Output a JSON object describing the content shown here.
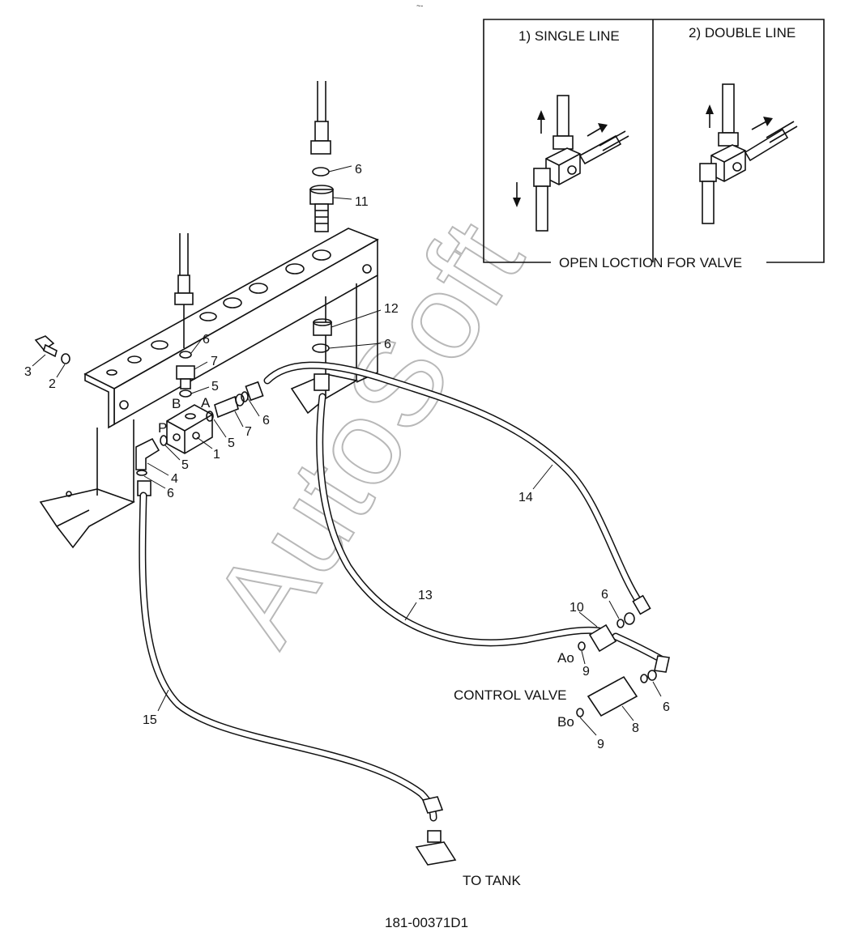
{
  "top_mark": "~-",
  "inset": {
    "single_line_title": "1) SINGLE LINE",
    "double_line_title": "2) DOUBLE LINE",
    "caption": "OPEN LOCTION FOR VALVE"
  },
  "parts": {
    "p1": "1",
    "p2": "2",
    "p3": "3",
    "p4": "4",
    "p5a": "5",
    "p5b": "5",
    "p5c": "5",
    "p6a": "6",
    "p6b": "6",
    "p6c": "6",
    "p6d": "6",
    "p6e": "6",
    "p6f": "6",
    "p6g": "6",
    "p7a": "7",
    "p7b": "7",
    "p8": "8",
    "p9a": "9",
    "p9b": "9",
    "p10": "10",
    "p11": "11",
    "p12": "12",
    "p13": "13",
    "p14": "14",
    "p15": "15"
  },
  "ports": {
    "A": "A",
    "B": "B",
    "P": "P",
    "Ao": "Ao",
    "Bo": "Bo"
  },
  "labels": {
    "control_valve": "CONTROL VALVE",
    "to_tank": "TO TANK",
    "drawing_number": "181-00371D1"
  },
  "watermark": "AutoSoft"
}
